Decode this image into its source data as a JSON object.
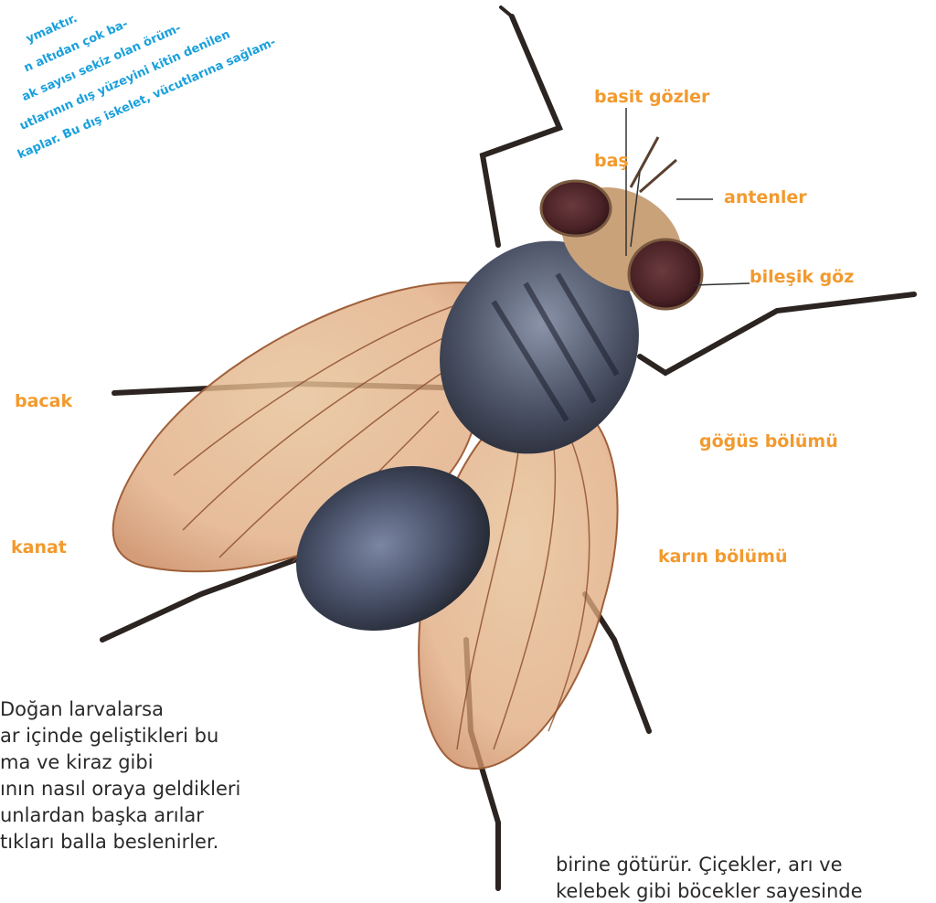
{
  "intro_lines": [
    "ymaktır.",
    "n altıdan çok ba-",
    "ak sayısı sekiz olan örüm-",
    "utlarının dış yüzeyini kitin denilen",
    "kaplar. Bu dış iskelet, vücutlarına sağlam-"
  ],
  "labels": {
    "basit_gozler": "basit gözler",
    "bas": "baş",
    "antenler": "antenler",
    "bilesik_goz": "bileşik göz",
    "bacak": "bacak",
    "gogus_bolumu": "göğüs bölümü",
    "kanat": "kanat",
    "karin_bolumu": "karın bölümü"
  },
  "left_text": [
    "Doğan larvalarsa",
    "ar içinde geliştikleri bu",
    "ma ve kiraz gibi",
    "ının nasıl oraya geldikleri",
    "unlardan başka arılar",
    "tıkları balla beslenirler."
  ],
  "right_text": [
    "birine götürür. Çiçekler, arı ve",
    "kelebek gibi böcekler sayesinde"
  ],
  "colors": {
    "label_orange": "#f29a2e",
    "intro_blue": "#1aa0dc",
    "text": "#2a2a2a"
  }
}
